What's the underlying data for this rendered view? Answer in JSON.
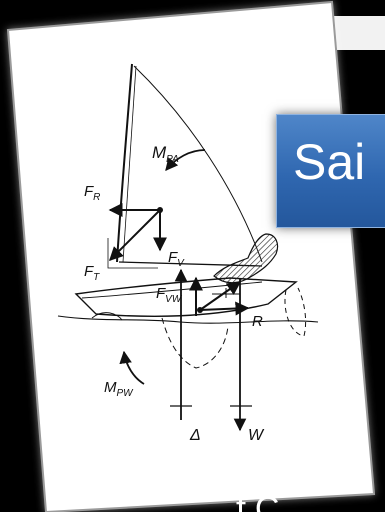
{
  "slide": {
    "title": "Sai",
    "caption": "f   C"
  },
  "diagram": {
    "labels": {
      "mpa": "M",
      "mpa_sub": "PA",
      "fr": "F",
      "fr_sub": "R",
      "ft": "F",
      "ft_sub": "T",
      "fv": "F",
      "fv_sub": "V",
      "fvw": "F",
      "fvw_sub": "VW",
      "r": "R",
      "mpw": "M",
      "mpw_sub": "PW",
      "delta": "Δ",
      "w": "W"
    }
  }
}
